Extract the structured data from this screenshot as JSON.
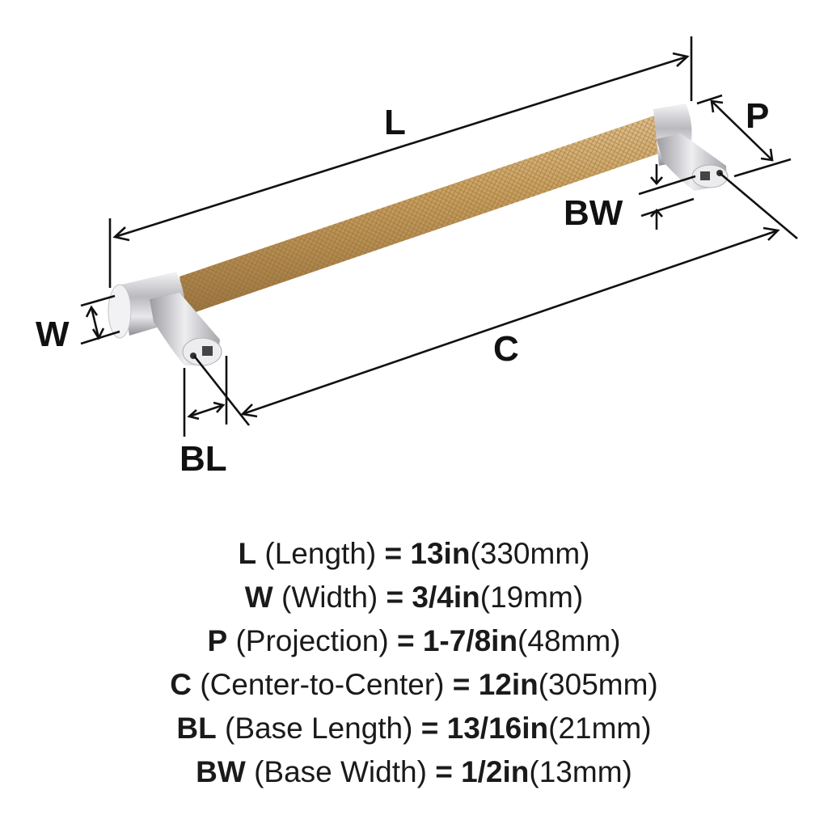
{
  "diagram": {
    "labels": {
      "L": "L",
      "W": "W",
      "P": "P",
      "C": "C",
      "BL": "BL",
      "BW": "BW"
    },
    "colors": {
      "bar": "#c9a56c",
      "chrome": "#d8d8dc",
      "line": "#111111"
    }
  },
  "specs": [
    {
      "letter": "L",
      "desc": "(Length)",
      "eq": "=",
      "inches": "13in",
      "mm": "(330mm)"
    },
    {
      "letter": "W",
      "desc": "(Width)",
      "eq": "=",
      "inches": "3/4in",
      "mm": "(19mm)"
    },
    {
      "letter": "P",
      "desc": "(Projection)",
      "eq": "=",
      "inches": "1-7/8in",
      "mm": "(48mm)"
    },
    {
      "letter": "C",
      "desc": "(Center-to-Center)",
      "eq": "=",
      "inches": "12in",
      "mm": "(305mm)"
    },
    {
      "letter": "BL",
      "desc": "(Base Length)",
      "eq": "=",
      "inches": "13/16in",
      "mm": "(21mm)"
    },
    {
      "letter": "BW",
      "desc": "(Base Width)",
      "eq": "=",
      "inches": "1/2in",
      "mm": "(13mm)"
    }
  ]
}
